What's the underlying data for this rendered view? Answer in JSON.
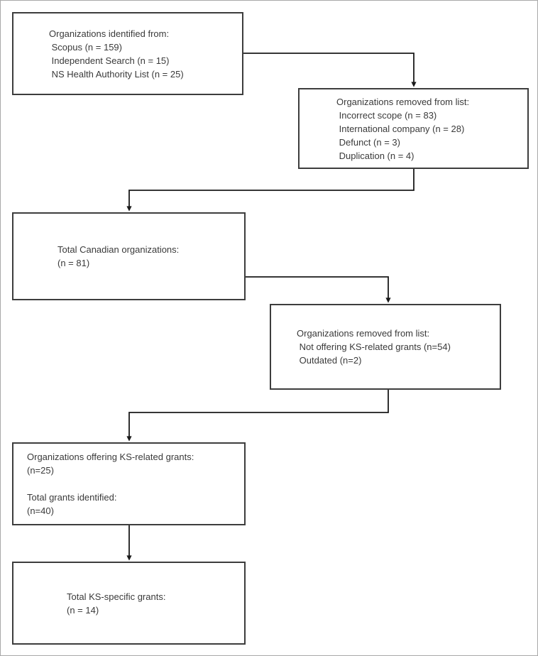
{
  "diagram": {
    "type": "flowchart",
    "title": "Grant identification flow diagram",
    "colors": {
      "box_border": "#3d3d3d",
      "connector": "#1a1a1a",
      "text": "#3a3a3a",
      "background": "#ffffff",
      "outer_border": "#a8a8a8"
    },
    "nodes": [
      {
        "id": "organizations-identified",
        "lines": [
          "Organizations identified from:",
          " Scopus (n = 159)",
          " Independent Search (n = 15)",
          " NS Health Authority List (n = 25)"
        ]
      },
      {
        "id": "organizations-removed-1",
        "lines": [
          "Organizations removed from list:",
          " Incorrect scope (n = 83)",
          " International company (n = 28)",
          " Defunct (n = 3)",
          " Duplication (n = 4)"
        ]
      },
      {
        "id": "total-canadian-organizations",
        "lines": [
          "Total Canadian organizations:",
          "(n = 81)"
        ]
      },
      {
        "id": "organizations-removed-2",
        "lines": [
          "Organizations removed from list:",
          " Not offering KS-related grants (n=54)",
          " Outdated (n=2)"
        ]
      },
      {
        "id": "organizations-offering-grants",
        "lines": [
          "Organizations offering KS-related grants:",
          "(n=25)",
          "",
          "Total grants identified:",
          "(n=40)"
        ]
      },
      {
        "id": "total-ks-specific-grants",
        "lines": [
          "Total KS-specific grants:",
          "(n = 14)"
        ]
      }
    ],
    "connectors": [
      {
        "id": "identified-to-removed-1",
        "from": "organizations-identified",
        "to": "organizations-removed-1"
      },
      {
        "id": "removed-1-to-canadian",
        "from": "organizations-removed-1",
        "to": "total-canadian-organizations"
      },
      {
        "id": "canadian-to-removed-2",
        "from": "total-canadian-organizations",
        "to": "organizations-removed-2"
      },
      {
        "id": "removed-2-to-offering",
        "from": "organizations-removed-2",
        "to": "organizations-offering-grants"
      },
      {
        "id": "offering-to-ks-specific",
        "from": "organizations-offering-grants",
        "to": "total-ks-specific-grants"
      }
    ]
  }
}
